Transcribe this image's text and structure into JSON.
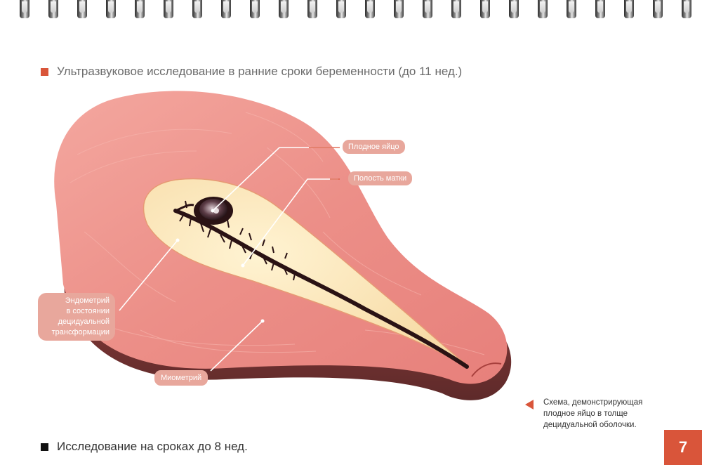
{
  "heading": "Ультразвуковое исследование в ранние сроки беременности (до 11 нед.)",
  "footer_heading": "Исследование на сроках до 8 нед.",
  "labels": {
    "gestational_sac": "Плодное яйцо",
    "uterine_cavity": "Полость матки",
    "endometrium": [
      "Эндометрий",
      "в состоянии",
      "децидуальной",
      "трансформации"
    ],
    "myometrium": "Миометрий"
  },
  "caption": [
    "Схема, демонстрирующая",
    "плодное яйцо в толще",
    "децидуальной оболочки."
  ],
  "page_number": "7",
  "colors": {
    "accent": "#d9553a",
    "label_bg": "#e8a79c",
    "myometrium": "#e98580",
    "endometrium": "#fbe6b4"
  }
}
